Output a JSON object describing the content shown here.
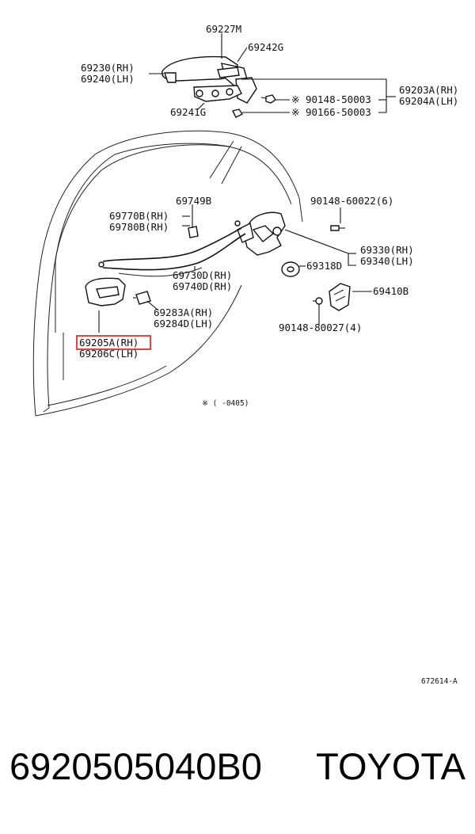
{
  "callouts": {
    "c69227M": "69227M",
    "c69242G": "69242G",
    "c69230": "69230(RH)",
    "c69240": "69240(LH)",
    "c69203A": "69203A(RH)",
    "c69204A": "69204A(LH)",
    "c90148_50003": "※ 90148-50003",
    "c90166_50003": "※ 90166-50003",
    "c69241G": "69241G",
    "c69749B": "69749B",
    "c90148_60022": "90148-60022(6)",
    "c69770B": "69770B(RH)",
    "c69780B": "69780B(RH)",
    "c69330": "69330(RH)",
    "c69340": "69340(LH)",
    "c69318D": "69318D",
    "c69730D": "69730D(RH)",
    "c69740D": "69740D(RH)",
    "c69410B": "69410B",
    "c69283A": "69283A(RH)",
    "c69284D": "69284D(LH)",
    "c90148_80027": "90148-80027(4)",
    "c69205A": "69205A(RH)",
    "c69206C": "69206C(LH)"
  },
  "footnote": "※ (    -0405)",
  "figure_code": "672614-A",
  "highlight_color": "#e03030",
  "part_number": "6920505040B0",
  "brand": "TOYOTA"
}
